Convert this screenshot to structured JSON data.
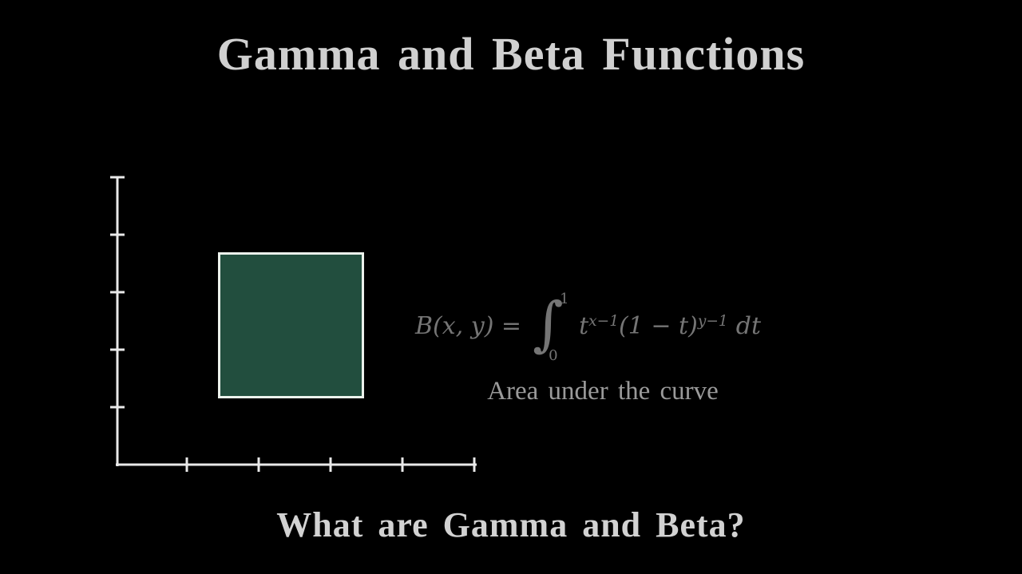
{
  "colors": {
    "background": "#000000",
    "title_text": "#d0d0d0",
    "axis": "#e9e9e9",
    "square_fill": "#224e3e",
    "square_border": "#ecf2ec",
    "formula_text": "#757575",
    "caption_text": "#9a9a9a",
    "subtitle_text": "#d2d2d2"
  },
  "title": "Gamma and Beta Functions",
  "formula": {
    "lhs": "B(x, y) =",
    "integral_sign": "∫",
    "upper_limit": "1",
    "lower_limit": "0",
    "term1_base": "t",
    "term1_exp": "x−1",
    "term2_base": "(1 − t)",
    "term2_exp": "y−1",
    "differential": "dt"
  },
  "caption": "Area under the curve",
  "question": "What are Gamma and Beta?"
}
